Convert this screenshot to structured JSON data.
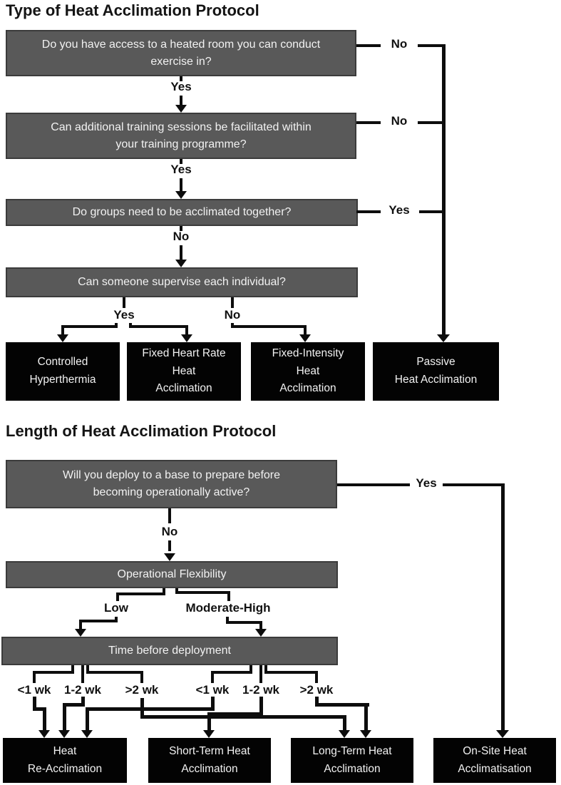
{
  "type_chart": {
    "title": "Type of Heat Acclimation Protocol",
    "q1": {
      "text": "Do you have access to a heated room you can conduct\nexercise in?",
      "down_label": "Yes",
      "side_label": "No"
    },
    "q2": {
      "text": "Can additional training sessions be facilitated within\nyour training programme?",
      "down_label": "Yes",
      "side_label": "No"
    },
    "q3": {
      "text": "Do groups need to be acclimated together?",
      "down_label": "No",
      "side_label": "Yes"
    },
    "q4": {
      "text": "Can someone supervise each individual?",
      "left_label": "Yes",
      "right_label": "No"
    },
    "outcomes": {
      "controlled_hyperthermia": "Controlled\nHyperthermia",
      "fixed_heart_rate": "Fixed Heart Rate\nHeat\nAcclimation",
      "fixed_intensity": "Fixed-Intensity\nHeat\nAcclimation",
      "passive": "Passive\nHeat Acclimation"
    }
  },
  "length_chart": {
    "title": "Length of Heat Acclimation Protocol",
    "q1": {
      "text": "Will you deploy to a base to prepare before\nbecoming operationally active?",
      "down_label": "No",
      "side_label": "Yes"
    },
    "flexibility": {
      "text": "Operational Flexibility",
      "low_label": "Low",
      "mod_high_label": "Moderate-High"
    },
    "time": {
      "text": "Time before deployment",
      "low_branches": [
        "<1 wk",
        "1-2 wk",
        ">2 wk"
      ],
      "mod_high_branches": [
        "<1 wk",
        "1-2 wk",
        ">2 wk"
      ]
    },
    "outcomes": {
      "heat_reacclimation": "Heat\nRe-Acclimation",
      "short_term": "Short-Term Heat\nAcclimation",
      "long_term": "Long-Term Heat\nAcclimation",
      "on_site": "On-Site Heat\nAcclimatisation"
    }
  },
  "colors": {
    "question_box": "#595959",
    "question_box_border": "#3b3b3b",
    "outcome_box": "#030303",
    "line": "#0d0d0d",
    "box_text": "#f2f2f2",
    "label_text": "#111111"
  }
}
